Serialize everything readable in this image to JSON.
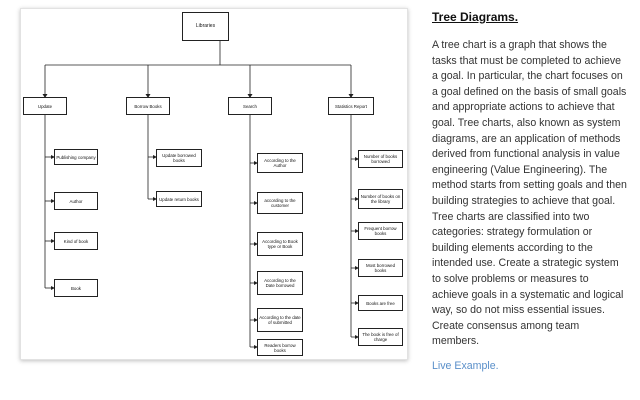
{
  "diagram": {
    "root": "Libraries",
    "branches": [
      {
        "label": "Update",
        "children": [
          "Publishing company",
          "Author",
          "Kind of book",
          "Book"
        ]
      },
      {
        "label": "Borrow Books",
        "children": [
          "Update borrowed books",
          "Update return books"
        ]
      },
      {
        "label": "Search",
        "children": [
          "According to the Author",
          "according to the customer",
          "According to Book type or Book",
          "According to the Date borrowed",
          "According to the date of submitted",
          "Readers borrow books"
        ]
      },
      {
        "label": "Statistics Report",
        "children": [
          "Number of books borrowed",
          "Number of books on the library",
          "Frequent borrow books",
          "Most borrowed books",
          "Books are free",
          "The book is free of charge"
        ]
      }
    ]
  },
  "article": {
    "title": "Tree Diagrams.",
    "body": "A tree chart is a graph that shows the tasks that must be completed to achieve a goal. In particular, the chart focuses on a goal defined on the basis of small goals and appropriate actions to achieve that goal. Tree charts, also known as system diagrams, are an application of methods derived from functional analysis in value engineering (Value Engineering). The method starts from setting goals and then building strategies to achieve that goal. Tree charts are classified into two categories: strategy formulation or building elements according to the intended use. Create a strategic system to solve problems or measures to achieve goals in a systematic and logical way, so do not miss essential issues. Create consensus among team members.",
    "link": "Live Example."
  }
}
